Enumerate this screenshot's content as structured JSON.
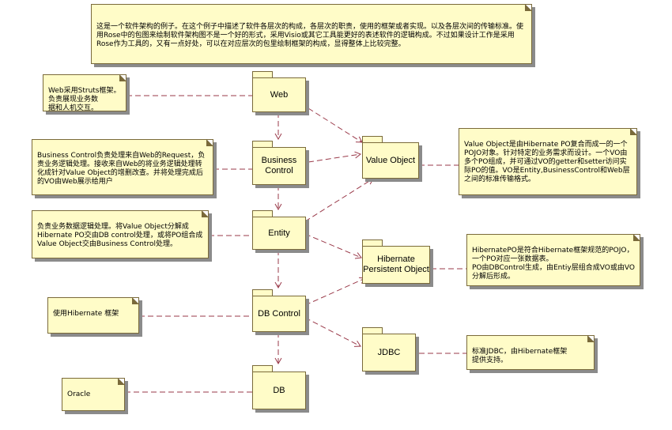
{
  "packages": {
    "web": "Web",
    "business_control": "Business\nControl",
    "value_object": "Value Object",
    "entity": "Entity",
    "hibernate_po": "Hibernate\nPersistent Object",
    "db_control": "DB Control",
    "jdbc": "JDBC",
    "db": "DB"
  },
  "notes": {
    "top": "这是一个软件架构的例子。在这个例子中描述了软件各层次的构成，各层次的职责，使用的框架或者实现。以及各层次间的传输标准。使用Rose中的包图来绘制软件架构图不是一个好的形式，采用Visio或其它工具能更好的表述软件的逻辑构成。不过如果设计工作是采用Rose作为工具的，又有一点好处，可以在对应层次的包里绘制框架的构成，显得整体上比较完整。",
    "web": "Web采用Struts框架。\n负责展现业务数\n据和人机交互。",
    "business": "Business Control负责处理来自Web的Request，负责业务逻辑处理。接收来自Web的将业务逻辑处理转化成针对Value Object的增删改查。并将处理完成后的VO由Web展示给用户",
    "entity": "负责业务数据逻辑处理。将Value Object分解成Hibernate PO交由DB control处理，或将PO组合成Value Object交由Business Control处理。",
    "hibernate_fw": "使用Hibernate 框架",
    "oracle": "Oracle",
    "value_object": "Value Object是由Hibernate PO复合而成一的一个POJO对象。针对特定的业务需求而设计。一个VO由多个PO组成，并可通过VO的getter和setter访问实际PO的值。VO是Entity,BusinessControl和Web层之间的标准传输格式。",
    "hibernate_po": "HibernatePO是符合Hibernate框架规范的POJO，一个PO对应一张数据表。\nPO由DBControl生成，由Entiy层组合成VO或由VO分解后形成。",
    "jdbc": "标准JDBC，由Hibernate框架\n提供支持。"
  },
  "colors": {
    "fill": "#fffcc8",
    "border": "#7a6a3a",
    "shadow": "#8b8b8b",
    "line": "#9a3a4a"
  }
}
